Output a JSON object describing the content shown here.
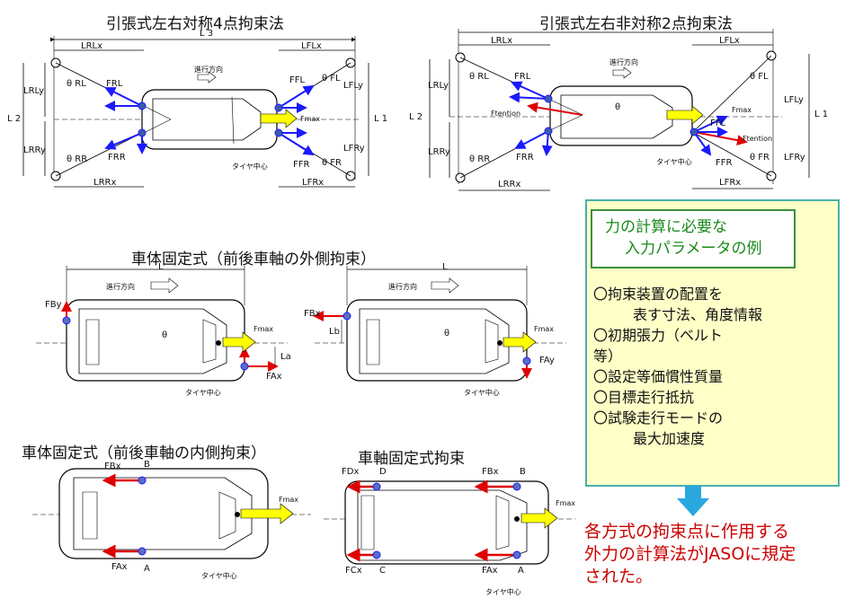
{
  "diagram1": {
    "title": "引張式左右対称4点拘束法",
    "labels": {
      "l3": "L 3",
      "lrlx": "LRLx",
      "lflx": "LFLx",
      "lrly": "LRLy",
      "lrry": "LRRy",
      "l2": "L 2",
      "l1": "L 1",
      "lfly": "LFLy",
      "lfry": "LFRy",
      "lrrx": "LRRx",
      "lfrx": "LFRx",
      "theta_rl": "θ RL",
      "theta_rr": "θ RR",
      "theta_fl": "θ FL",
      "theta_fr": "θ FR",
      "frl": "FRL",
      "frr": "FRR",
      "ffl": "FFL",
      "ffr": "FFR",
      "fmax": "Fmax",
      "direction": "進行方向",
      "tire_center": "タイヤ中心"
    }
  },
  "diagram2": {
    "title": "引張式左右非対称2点拘束法",
    "labels": {
      "lrlx": "LRLx",
      "lflx": "LFLx",
      "lrly": "LRLy",
      "lrry": "LRRy",
      "l2": "L 2",
      "l1": "L 1",
      "lfly": "LFLy",
      "lfry": "LFRy",
      "lrrx": "LRRx",
      "lfrx": "LFRx",
      "theta_rl": "θ RL",
      "theta_rr": "θ RR",
      "theta_fl": "θ FL",
      "theta_fr": "θ FR",
      "theta": "θ",
      "frl": "FRL",
      "frr": "FRR",
      "ffl": "FFL",
      "ffr": "FFR",
      "fmax": "Fmax",
      "ftension1": "Ftention",
      "ftension2": "Ftention",
      "direction": "進行方向",
      "tire_center": "タイヤ中心"
    }
  },
  "diagram3": {
    "title": "車体固定式（前後車軸の外側拘束）",
    "labels": {
      "l_left": "L",
      "l_right": "L",
      "fby": "FBy",
      "fbx": "FBx",
      "fax": "FAx",
      "fay": "FAy",
      "fmax_left": "Fmax",
      "fmax_right": "Fmax",
      "la": "La",
      "lb": "Lb",
      "theta_left": "θ",
      "theta_right": "θ",
      "direction_left": "進行方向",
      "direction_right": "進行方向",
      "tire_left": "タイヤ中心",
      "tire_right": "タイヤ中心"
    }
  },
  "diagram4": {
    "title": "車体固定式（前後車軸の内側拘束）",
    "labels": {
      "fbx": "FBx",
      "b": "B",
      "fax": "FAx",
      "a": "A",
      "fmax": "Fmax",
      "tire_center": "タイヤ中心"
    }
  },
  "diagram5": {
    "title": "車軸固定式拘束",
    "labels": {
      "fdx": "FDx",
      "d": "D",
      "fbx": "FBx",
      "b": "B",
      "fcx": "FCx",
      "c": "C",
      "fax": "FAx",
      "a": "A",
      "fmax": "Fmax",
      "tire_center": "タイヤ中心"
    }
  },
  "info_box": {
    "heading_line1": "力の計算に必要な",
    "heading_line2": "入力パラメータの例",
    "items": [
      "〇拘束装置の配置を",
      "表す寸法、角度情報",
      "〇初期張力（ベルト",
      "等）",
      "〇設定等価慣性質量",
      "〇目標走行抵抗",
      "〇試験走行モードの",
      "最大加速度"
    ]
  },
  "conclusion": {
    "line1": "各方式の拘束点に作用する",
    "line2": "外力の計算法がJASOに規定",
    "line3": "された。"
  },
  "colors": {
    "force_blue": "#1a1aff",
    "force_red": "#e00000",
    "fmax_yellow": "#ffff00",
    "info_bg": "#ffffc8",
    "info_border": "#4aaeae",
    "heading_green": "#1a8a1a",
    "conclusion_red": "#cc0000",
    "arrow_blue": "#29a8e0"
  }
}
